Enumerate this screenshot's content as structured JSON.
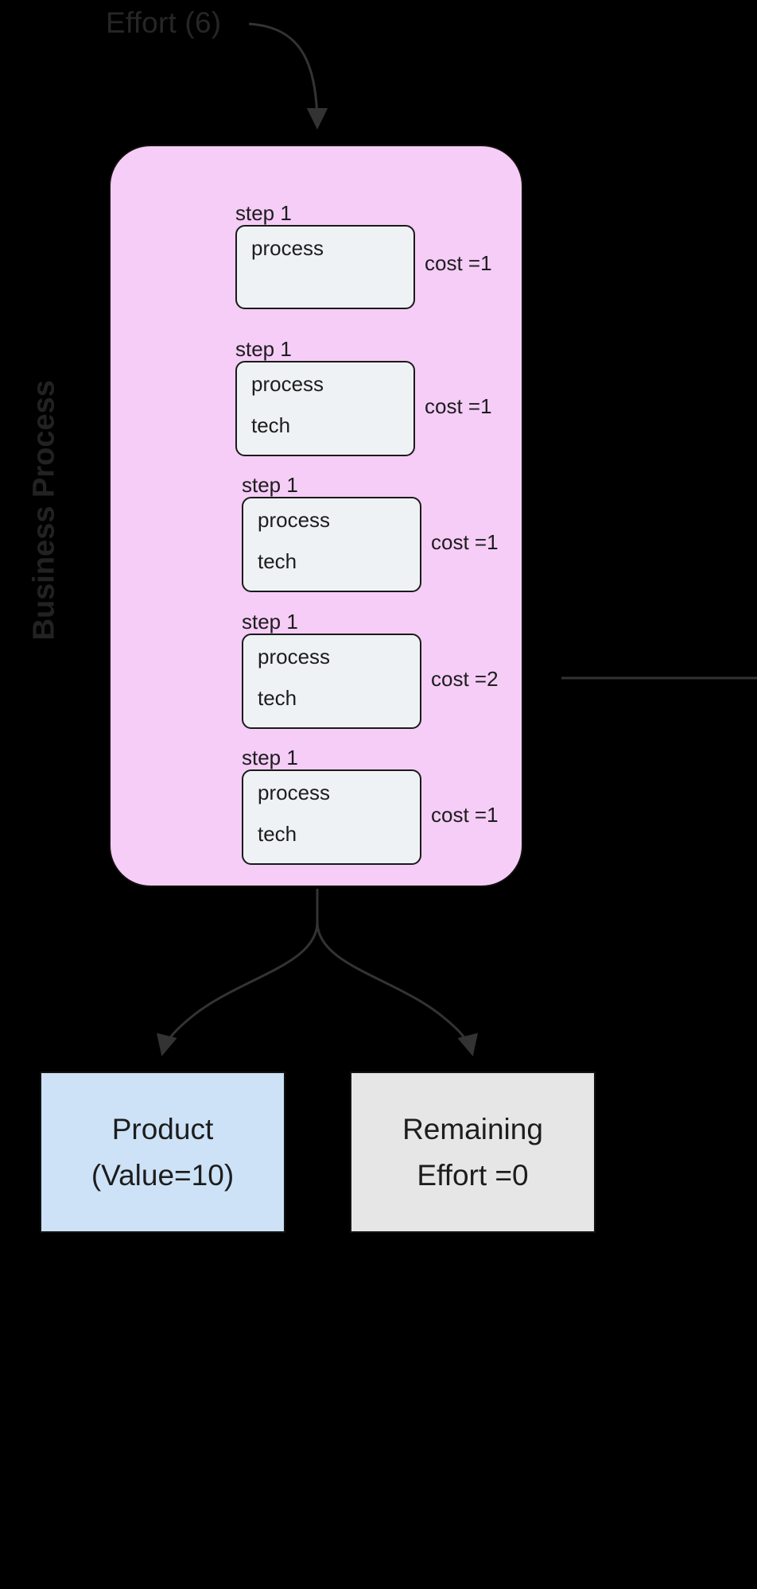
{
  "diagram": {
    "background_color": "#000000",
    "effort_label": "Effort (6)",
    "lane_title": "Business Process",
    "container": {
      "name": "business-process-container",
      "fill": "#f5cdf7",
      "stroke": "#12100e"
    },
    "steps": [
      {
        "label": "step 1",
        "lines": [
          "process"
        ],
        "cost": "cost =1"
      },
      {
        "label": "step 1",
        "lines": [
          "process",
          "tech"
        ],
        "cost": "cost =1"
      },
      {
        "label": "step 1",
        "lines": [
          "process",
          "tech"
        ],
        "cost": "cost =1"
      },
      {
        "label": "step 1",
        "lines": [
          "process",
          "tech"
        ],
        "cost": "cost =2"
      },
      {
        "label": "step 1",
        "lines": [
          "process",
          "tech"
        ],
        "cost": "cost =1"
      }
    ],
    "results": [
      {
        "name": "product",
        "line1": "Product",
        "line2": "(Value=10)",
        "fill": "#cde2f7"
      },
      {
        "name": "remaining-effort",
        "line1": "Remaining",
        "line2": "Effort =0",
        "fill": "#e6e6e6"
      }
    ],
    "edge_color": "#333333"
  }
}
